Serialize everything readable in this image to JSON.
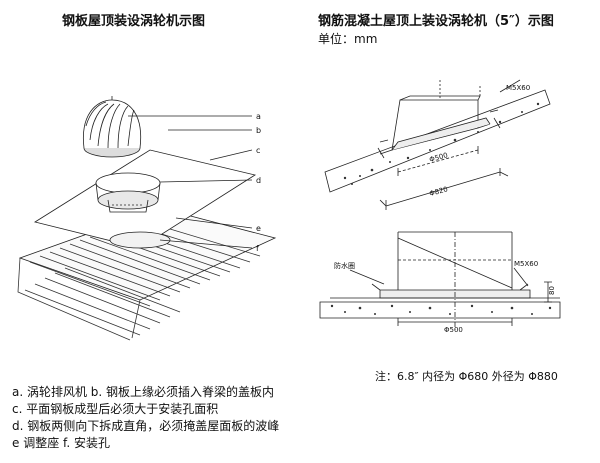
{
  "left_title": "钢板屋顶装设涡轮机示图",
  "right_title": "钢筋混凝土屋顶上装设涡轮机（5″）示图",
  "unit_label": "单位：mm",
  "callout_letters": [
    "a",
    "b",
    "c",
    "d",
    "e",
    "f"
  ],
  "upper_detail": {
    "bolt_label": "M5X60",
    "dim_inner": "Φ500",
    "dim_outer": "Φ820"
  },
  "lower_detail": {
    "waterproof_label": "防水圈",
    "bolt_label": "M5X60",
    "dim_height": "80",
    "dim_base": "Φ500"
  },
  "note": "注：6.8″ 内径为 Φ680 外径为 Φ880",
  "legend": [
    "a.  涡轮排风机        b.  钢板上缘必须插入脊梁的盖板内",
    "c.  平面钢板成型后必须大于安装孔面积",
    "d.  钢板两侧向下拆成直角，必须掩盖屋面板的波峰",
    "e   调整座   f.  安装孔"
  ]
}
